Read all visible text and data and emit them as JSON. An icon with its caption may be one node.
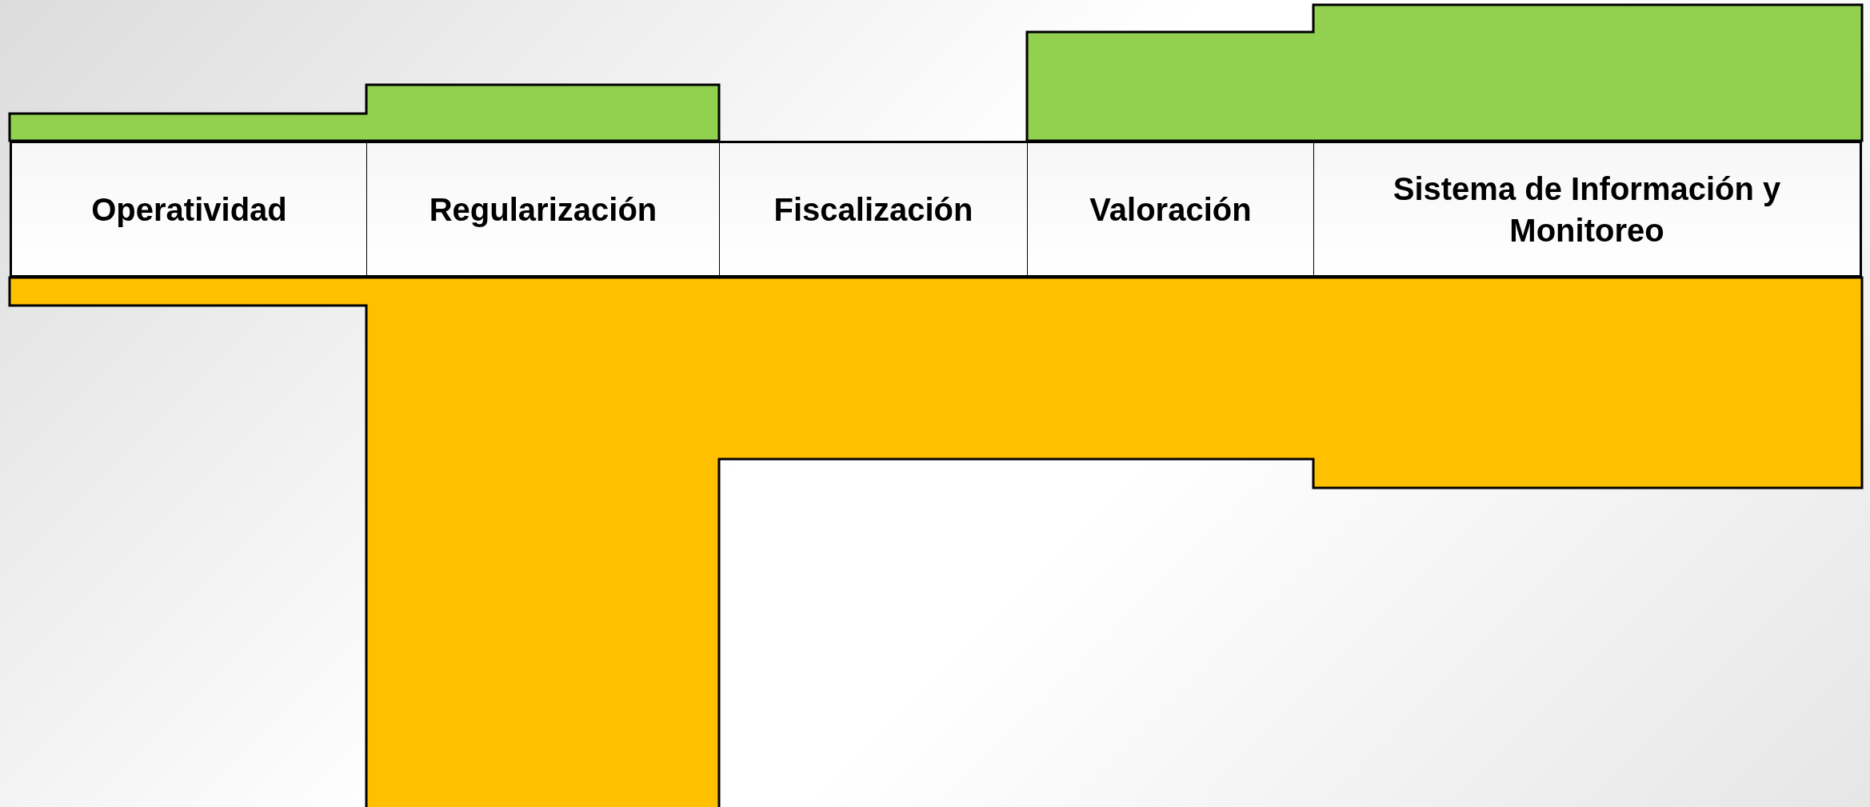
{
  "diagram": {
    "nodes": [
      {
        "text": [
          "Operatividad"
        ]
      },
      {
        "text": [
          "Regularización"
        ]
      },
      {
        "text": [
          "Fiscalización"
        ]
      },
      {
        "text": [
          "Valoración"
        ]
      },
      {
        "text": [
          "Sistema de Información y Monitoreo"
        ]
      }
    ]
  }
}
